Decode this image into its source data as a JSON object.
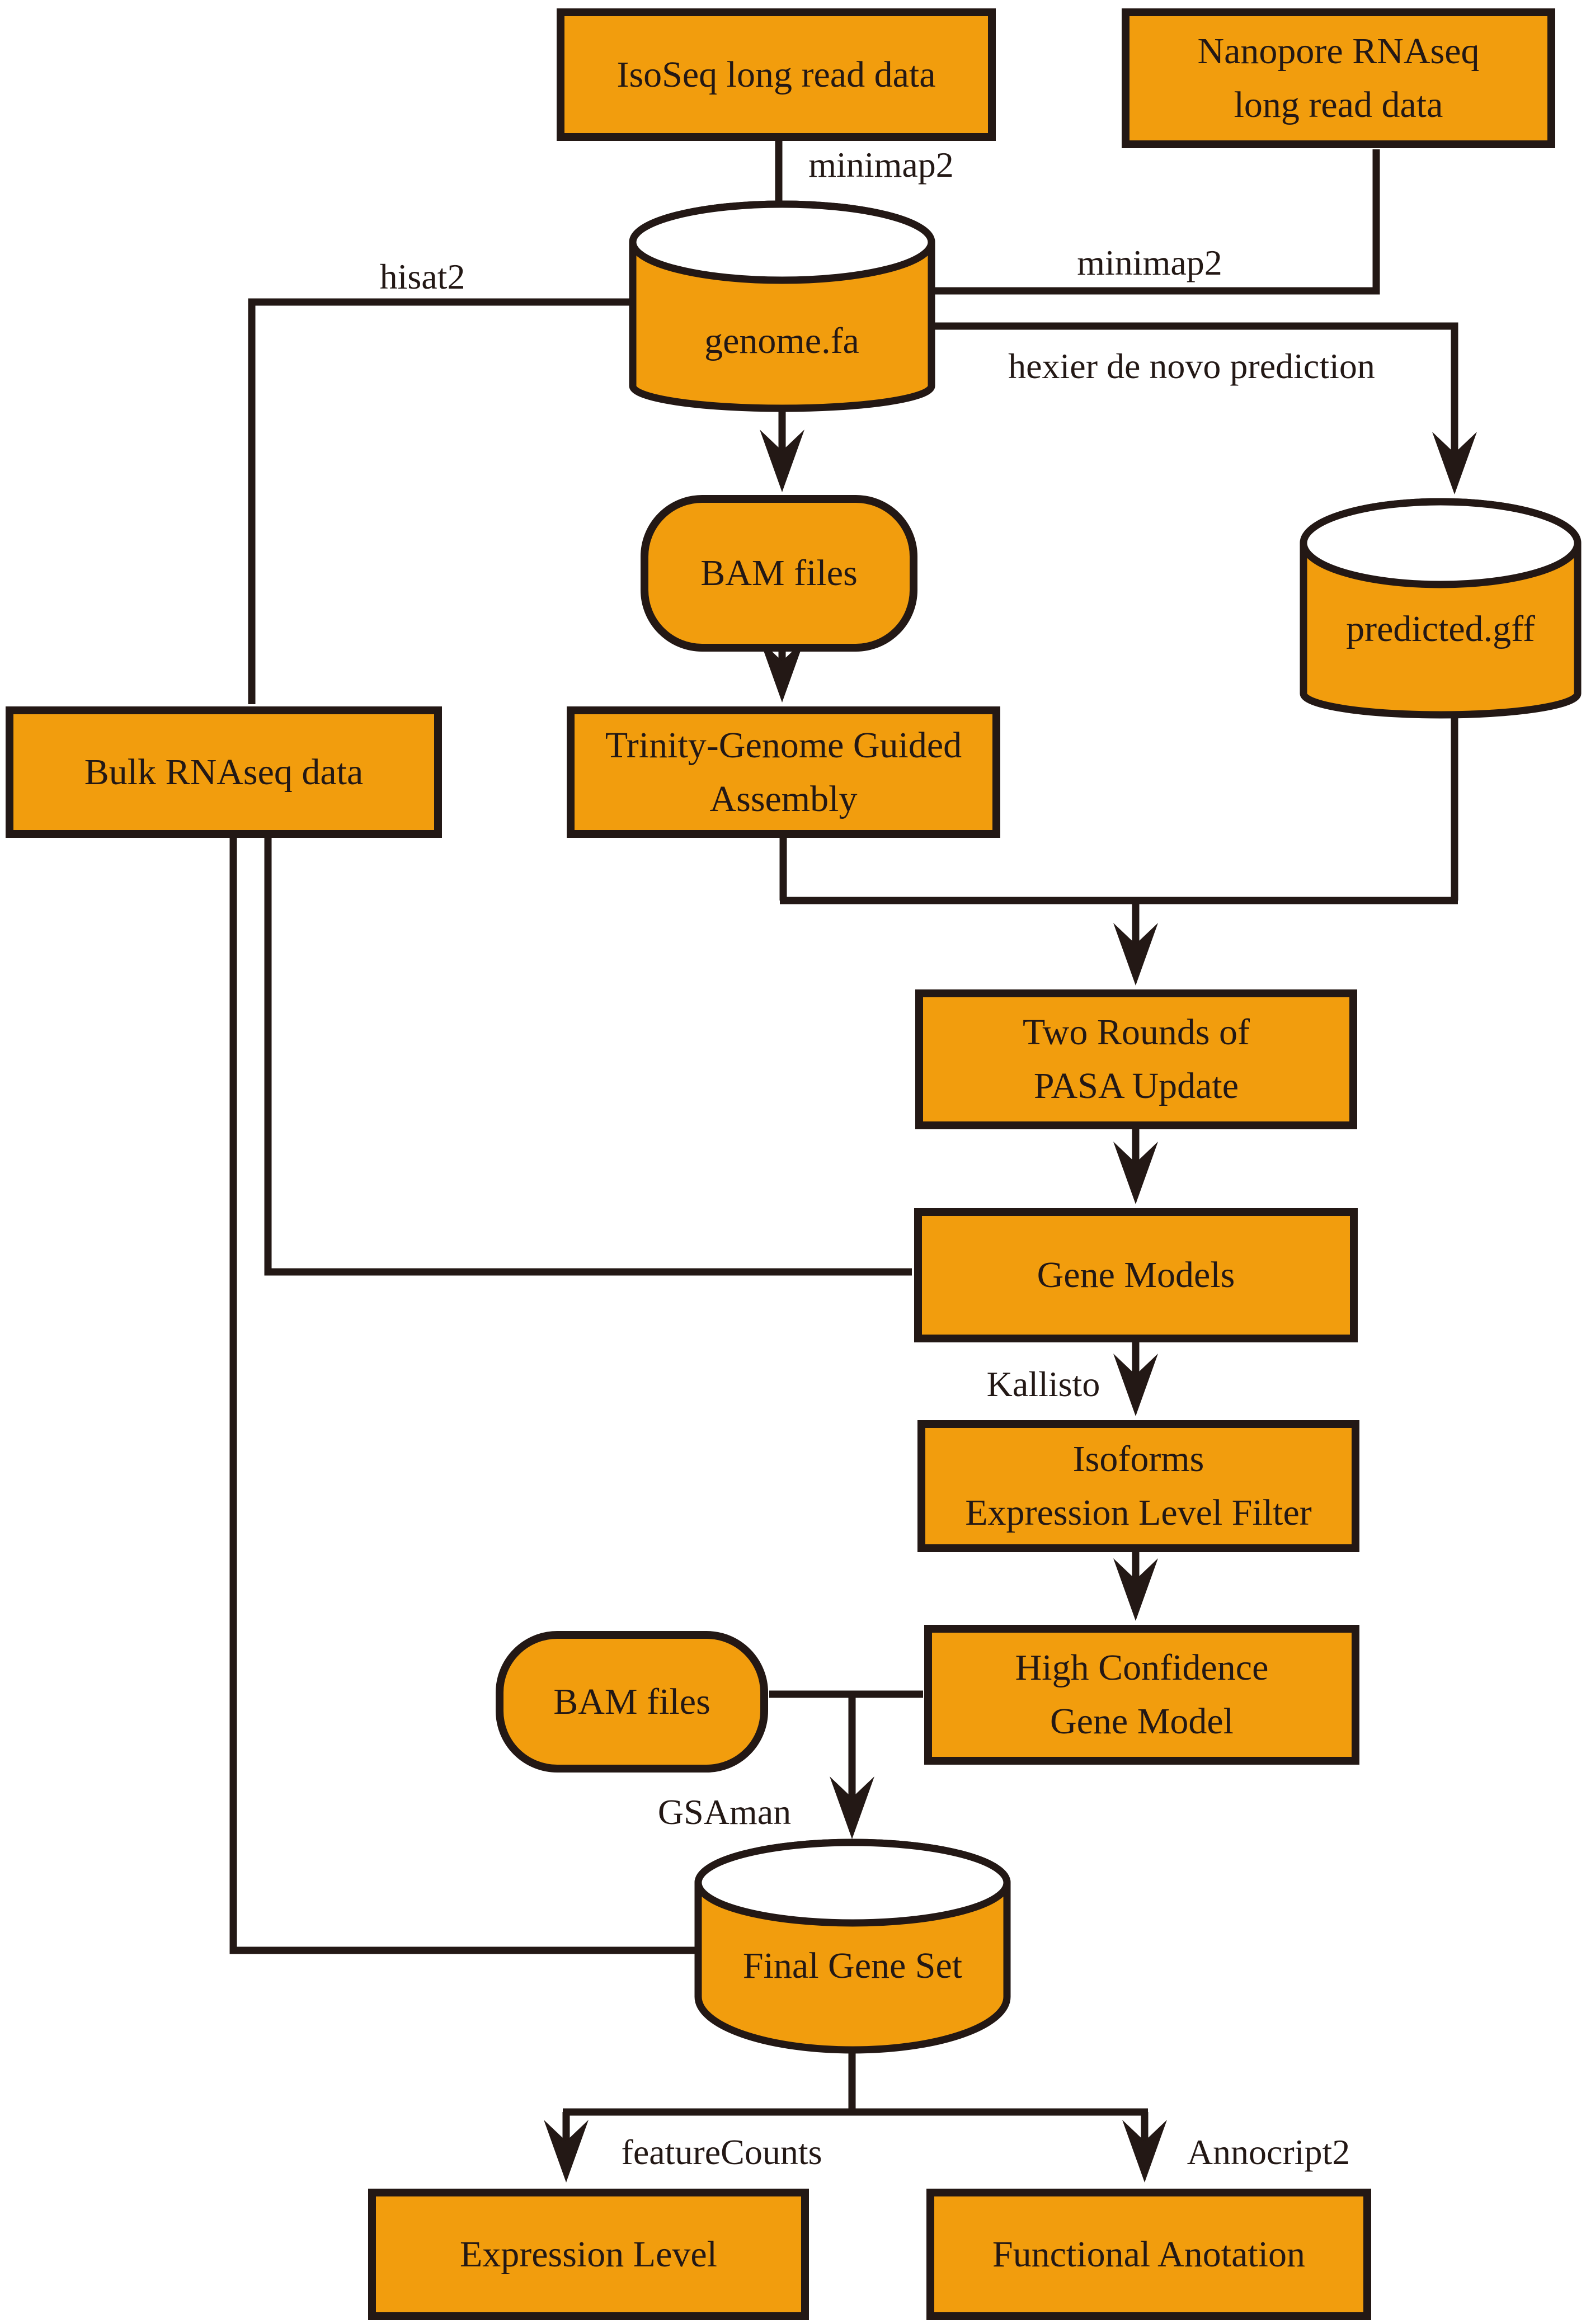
{
  "colors": {
    "node_fill": "#f29d0d",
    "stroke": "#231815",
    "text": "#231815",
    "background": "#ffffff",
    "cylinder_top": "#ffffff"
  },
  "nodes": {
    "isoseq": "IsoSeq long read data",
    "nanopore": "Nanopore RNAseq\nlong read data",
    "genome": "genome.fa",
    "bam1": "BAM files",
    "predicted": "predicted.gff",
    "bulk": "Bulk RNAseq data",
    "trinity": "Trinity-Genome Guided\nAssembly",
    "pasa": "Two Rounds of\nPASA Update",
    "gene_models": "Gene Models",
    "isoforms": "Isoforms\nExpression Level Filter",
    "bam2": "BAM files",
    "high_confidence": "High Confidence\nGene Model",
    "final_gene_set": "Final Gene Set",
    "expression": "Expression Level",
    "functional": "Functional Anotation"
  },
  "edges": {
    "minimap2_isoseq": "minimap2",
    "minimap2_nanopore": "minimap2",
    "hisat2": "hisat2",
    "hexier": "hexier de novo prediction",
    "kallisto": "Kallisto",
    "gsaman": "GSAman",
    "featurecounts": "featureCounts",
    "annocript2": "Annocript2"
  }
}
